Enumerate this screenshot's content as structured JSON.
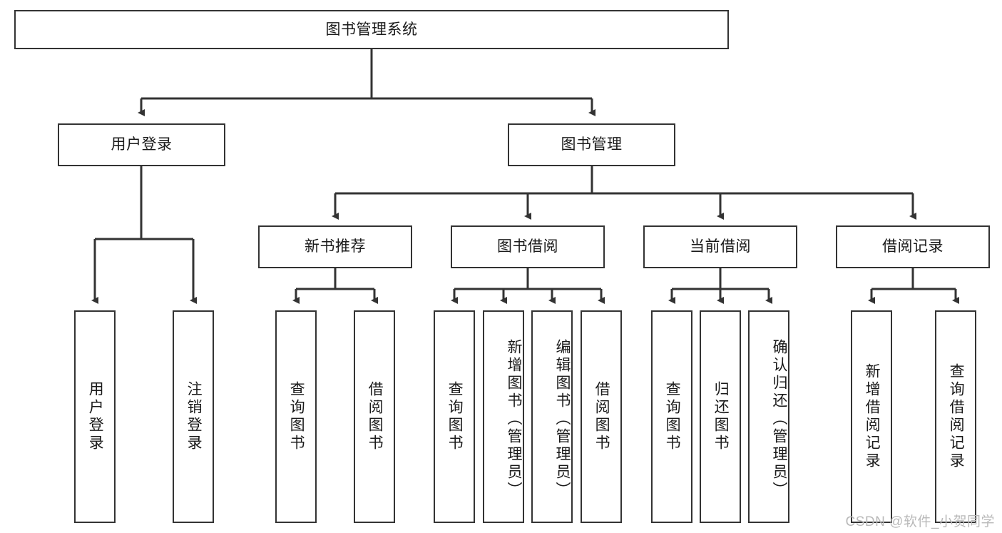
{
  "diagram": {
    "title_node": {
      "label": "图书管理系统"
    },
    "level1": [
      {
        "id": "user-login",
        "label": "用户登录"
      },
      {
        "id": "book-manage",
        "label": "图书管理"
      }
    ],
    "level2": [
      {
        "id": "new-book-recommend",
        "label": "新书推荐"
      },
      {
        "id": "book-borrow",
        "label": "图书借阅"
      },
      {
        "id": "current-borrow",
        "label": "当前借阅"
      },
      {
        "id": "borrow-record",
        "label": "借阅记录"
      }
    ],
    "leaves": [
      {
        "id": "leaf-user-login",
        "label": "用户登录"
      },
      {
        "id": "leaf-user-logout",
        "label": "注销登录"
      },
      {
        "id": "leaf-query-book-1",
        "label": "查询图书"
      },
      {
        "id": "leaf-borrow-book-1",
        "label": "借阅图书"
      },
      {
        "id": "leaf-query-book-2",
        "label": "查询图书"
      },
      {
        "id": "leaf-add-book",
        "label": "新增图书（管理员）"
      },
      {
        "id": "leaf-edit-book",
        "label": "编辑图书（管理员）"
      },
      {
        "id": "leaf-borrow-book-2",
        "label": "借阅图书"
      },
      {
        "id": "leaf-query-book-3",
        "label": "查询图书"
      },
      {
        "id": "leaf-return-book",
        "label": "归还图书"
      },
      {
        "id": "leaf-confirm-return",
        "label": "确认归还（管理员）"
      },
      {
        "id": "leaf-add-record",
        "label": "新增借阅记录"
      },
      {
        "id": "leaf-query-record",
        "label": "查询借阅记录"
      }
    ],
    "watermark": "CSDN @软件_小贺同学",
    "colors": {
      "stroke": "#333333",
      "background": "#ffffff",
      "text": "#1a1a1a",
      "watermark": "#b9b9b9"
    }
  }
}
